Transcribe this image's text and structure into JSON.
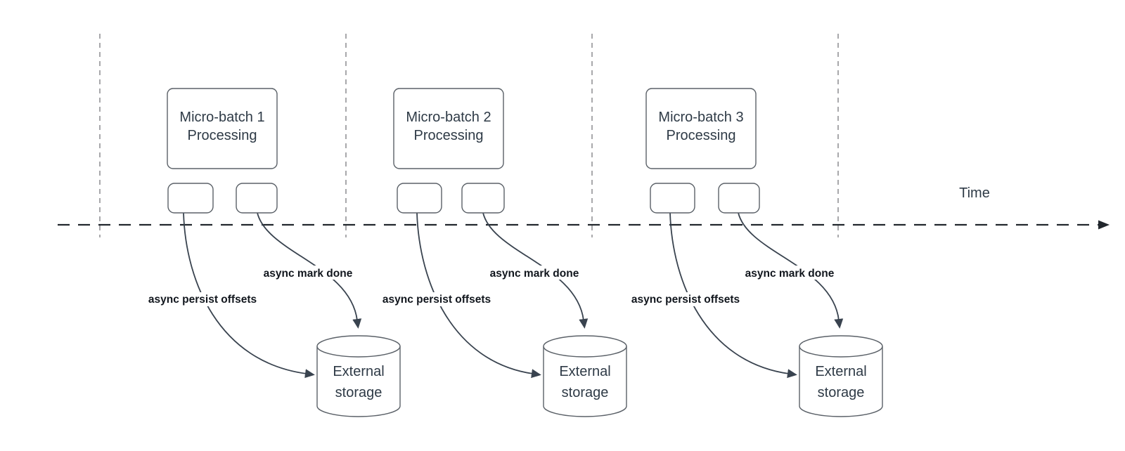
{
  "timeline": {
    "label": "Time"
  },
  "groups": [
    {
      "box_line1": "Micro-batch 1",
      "box_line2": "Processing",
      "persist_label": "async persist offsets",
      "mark_label": "async mark done",
      "storage_line1": "External",
      "storage_line2": "storage"
    },
    {
      "box_line1": "Micro-batch 2",
      "box_line2": "Processing",
      "persist_label": "async persist offsets",
      "mark_label": "async mark done",
      "storage_line1": "External",
      "storage_line2": "storage"
    },
    {
      "box_line1": "Micro-batch 3",
      "box_line2": "Processing",
      "persist_label": "async persist offsets",
      "mark_label": "async mark done",
      "storage_line1": "External",
      "storage_line2": "storage"
    }
  ],
  "colors": {
    "edge": "#39434f",
    "timeline": "#22272d",
    "guide": "#a8a8ab",
    "shape_stroke": "#5b6168",
    "text": "#2e3a46",
    "edge_label_text": "#11161d",
    "background": "#ffffff"
  }
}
